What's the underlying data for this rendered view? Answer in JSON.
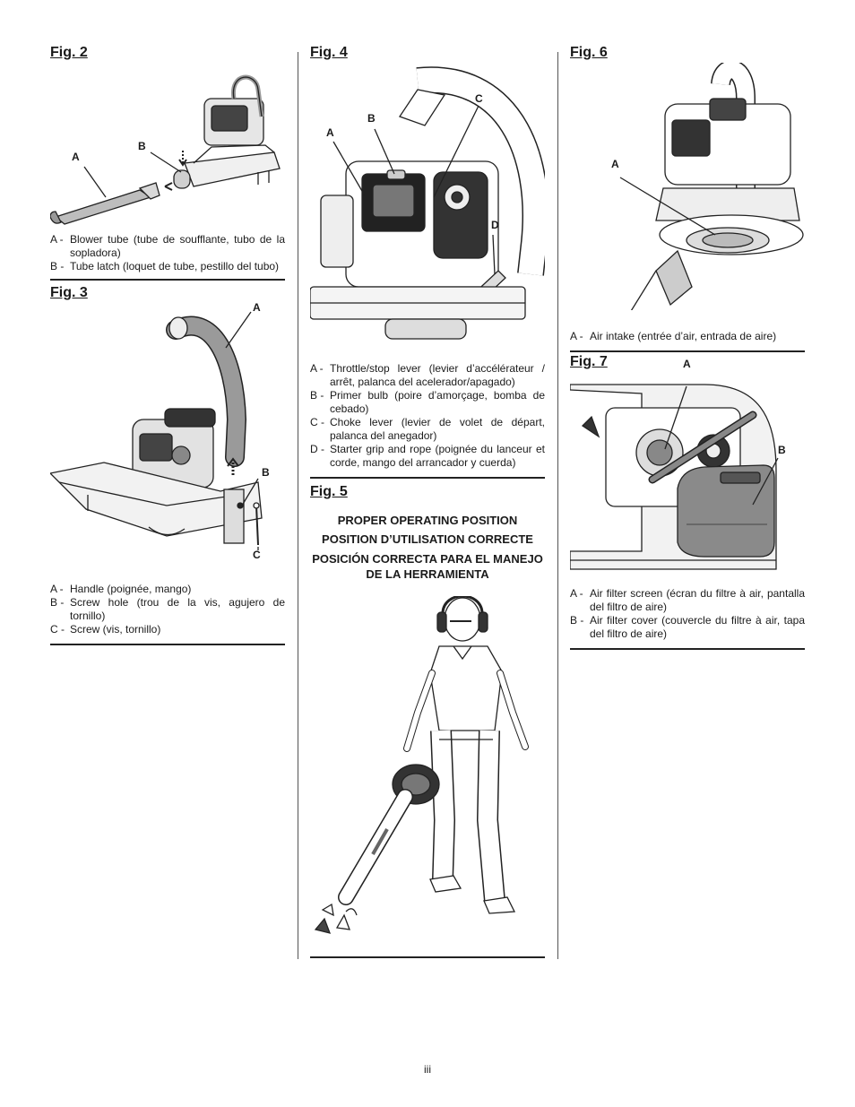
{
  "fig2": {
    "title": "Fig. 2",
    "callouts": {
      "a": "A",
      "b": "B"
    },
    "legend": [
      {
        "key": "A",
        "text": "Blower tube (tube de soufflante, tubo de la sopladora)"
      },
      {
        "key": "B",
        "text": "Tube latch (loquet de tube, pestillo del tubo)"
      }
    ]
  },
  "fig3": {
    "title": "Fig. 3",
    "callouts": {
      "a": "A",
      "b": "B",
      "c": "C"
    },
    "legend": [
      {
        "key": "A",
        "text": "Handle (poignée, mango)"
      },
      {
        "key": "B",
        "text": "Screw hole (trou de la vis, agujero de tornillo)"
      },
      {
        "key": "C",
        "text": "Screw (vis, tornillo)"
      }
    ]
  },
  "fig4": {
    "title": "Fig. 4",
    "callouts": {
      "a": "A",
      "b": "B",
      "c": "C",
      "d": "D"
    },
    "legend": [
      {
        "key": "A",
        "text": "Throttle/stop lever (levier d’accélérateur / arrêt, palanca del acelerador/apagado)"
      },
      {
        "key": "B",
        "text": "Primer bulb (poire d’amorçage, bomba de cebado)"
      },
      {
        "key": "C",
        "text": "Choke lever (levier de volet de départ, palanca del anegador)"
      },
      {
        "key": "D",
        "text": "Starter grip and rope (poignée du lanceur et corde, mango del arrancador y cuerda)"
      }
    ]
  },
  "fig5": {
    "title": "Fig. 5",
    "heading_en": "PROPER OPERATING POSITION",
    "heading_fr": "POSITION D’UTILISATION CORRECTE",
    "heading_es": "POSICIÓN CORRECTA PARA EL MANEJO DE LA HERRAMIENTA"
  },
  "fig6": {
    "title": "Fig. 6",
    "callouts": {
      "a": "A"
    },
    "legend": [
      {
        "key": "A",
        "text": "Air intake (entrée d’air, entrada de aire)"
      }
    ]
  },
  "fig7": {
    "title": "Fig. 7",
    "callouts": {
      "a": "A",
      "b": "B"
    },
    "legend": [
      {
        "key": "A",
        "text": "Air filter screen (écran du filtre à air, pantalla del filtro de aire)"
      },
      {
        "key": "B",
        "text": "Air filter cover (couvercle du filtre à air, tapa del filtro de aire)"
      }
    ]
  },
  "page_number": "iii"
}
